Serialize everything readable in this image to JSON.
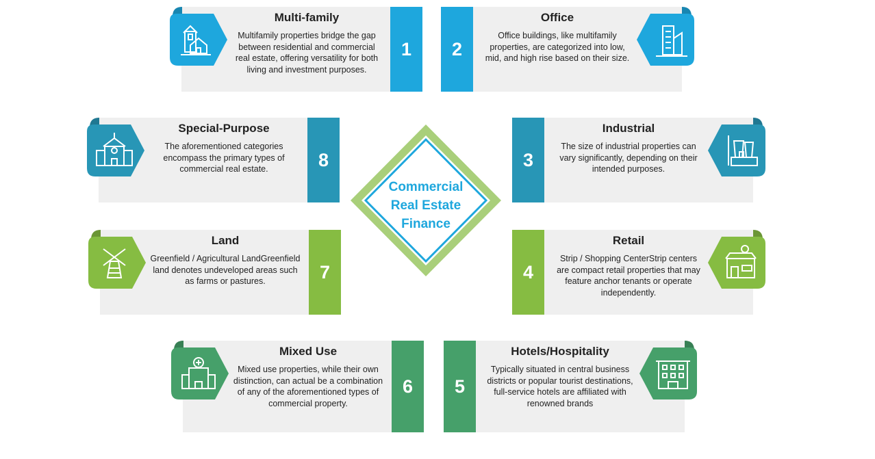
{
  "center": {
    "line1": "Commercial",
    "line2": "Real Estate",
    "line3": "Finance"
  },
  "colors": {
    "light_blue": "#1ea7dd",
    "teal": "#2896b6",
    "green": "#86bc42",
    "dark_green": "#46a06a",
    "panel": "#efefef"
  },
  "cards": [
    {
      "number": "1",
      "title": "Multi-family",
      "icon": "house-icon",
      "desc": "Multifamily properties bridge the gap between residential and commercial real estate, offering versatility for both living and investment purposes."
    },
    {
      "number": "2",
      "title": "Office",
      "icon": "office-building-icon",
      "desc": "Office buildings, like multifamily properties, are categorized into low, mid, and high rise based on their size."
    },
    {
      "number": "3",
      "title": "Industrial",
      "icon": "factory-icon",
      "desc": "The size of industrial properties can vary significantly, depending on their intended purposes."
    },
    {
      "number": "4",
      "title": "Retail",
      "icon": "shop-icon",
      "desc": "Strip / Shopping CenterStrip centers are compact retail properties that may feature anchor tenants or operate independently."
    },
    {
      "number": "5",
      "title": "Hotels/Hospitality",
      "icon": "hotel-icon",
      "desc": "Typically situated in central business districts or popular tourist destinations, full-service hotels are affiliated with renowned brands"
    },
    {
      "number": "6",
      "title": "Mixed Use",
      "icon": "hospital-building-icon",
      "desc": "Mixed use properties, while their own distinction, can actual be a combination of any of the aforementioned types of commercial property."
    },
    {
      "number": "7",
      "title": "Land",
      "icon": "windmill-icon",
      "desc": "Greenfield / Agricultural LandGreenfield land denotes undeveloped areas such as farms or pastures."
    },
    {
      "number": "8",
      "title": "Special-Purpose",
      "icon": "school-building-icon",
      "desc": "The aforementioned categories encompass the primary types of commercial real estate."
    }
  ]
}
